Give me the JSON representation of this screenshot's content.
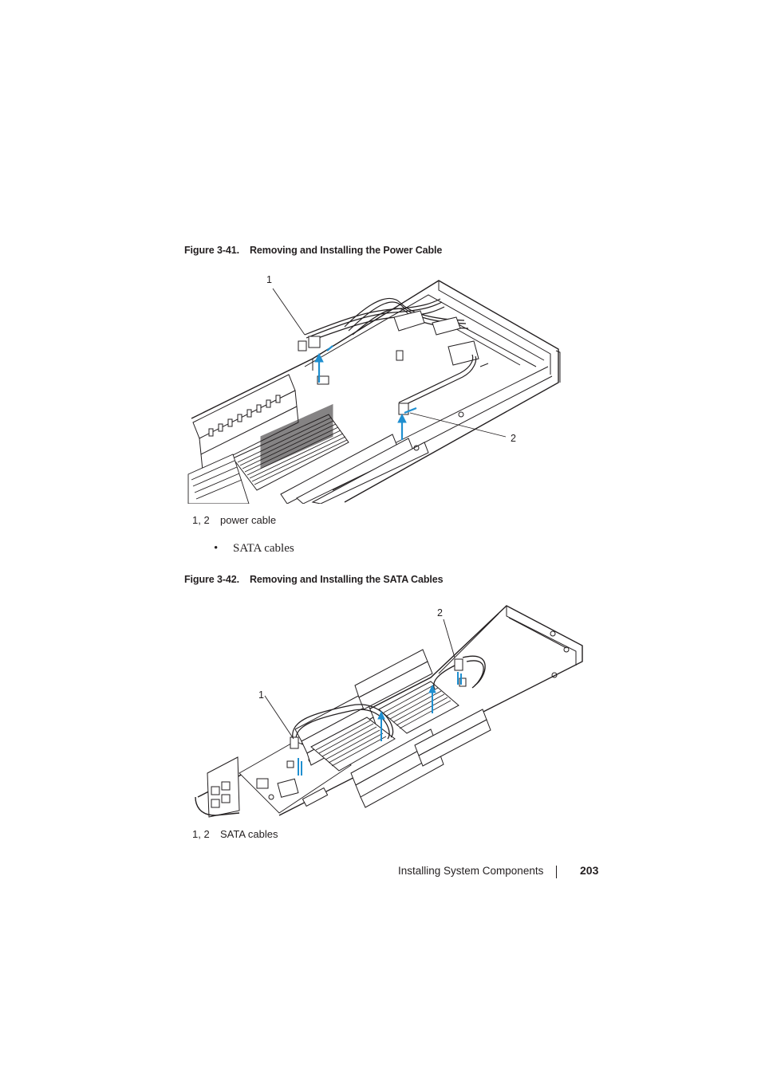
{
  "figures": [
    {
      "number": "Figure 3-41.",
      "title": "Removing and Installing the Power Cable",
      "callouts": [
        "1",
        "2"
      ],
      "legend": {
        "key": "1, 2",
        "value": "power cable"
      }
    },
    {
      "number": "Figure 3-42.",
      "title": "Removing and Installing the SATA Cables",
      "callouts": [
        "2",
        "1"
      ],
      "legend": {
        "key": "1, 2",
        "value": "SATA cables"
      }
    }
  ],
  "bullet": {
    "symbol": "•",
    "text": "SATA cables"
  },
  "footer": {
    "section": "Installing System Components",
    "page": "203"
  },
  "colors": {
    "text": "#231f20",
    "arrow": "#1f8fd0"
  }
}
